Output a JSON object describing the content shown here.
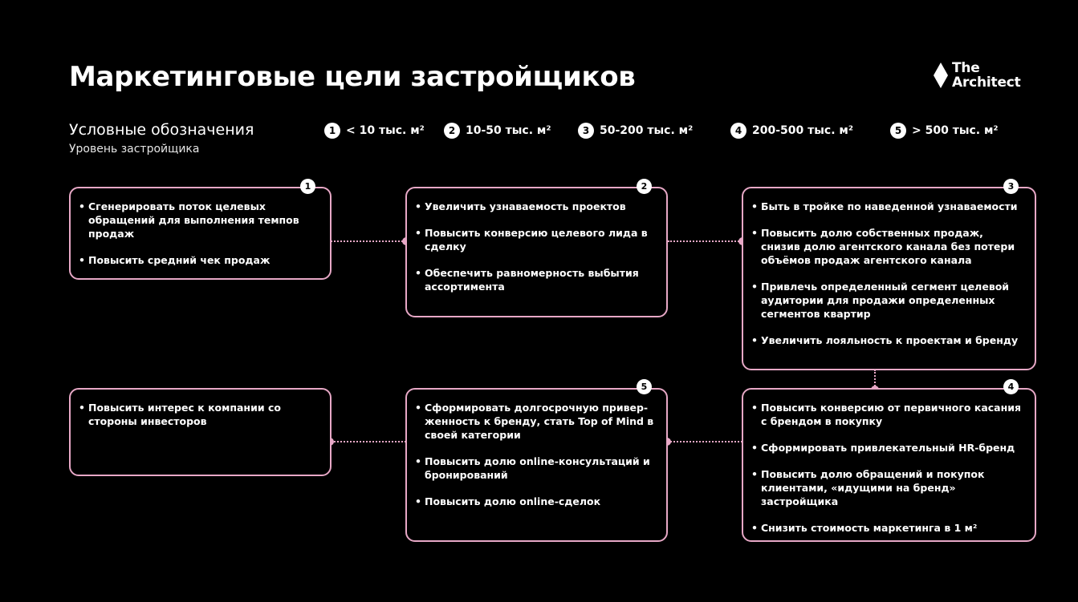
{
  "title": "Маркетинговые цели застройщиков",
  "logo": {
    "line1": "The",
    "line2": "Architect",
    "icon": "diamond-icon"
  },
  "legend": {
    "title": "Условные обозначения",
    "subtitle": "Уровень застройщика",
    "items": [
      {
        "num": "1",
        "label": "< 10 тыс. м²"
      },
      {
        "num": "2",
        "label": "10-50 тыс. м²"
      },
      {
        "num": "3",
        "label": "50-200 тыс. м²"
      },
      {
        "num": "4",
        "label": "200-500 тыс. м²"
      },
      {
        "num": "5",
        "label": "> 500 тыс. м²"
      }
    ]
  },
  "boxes": [
    {
      "badge": "1",
      "items": [
        "Сгенерировать поток целевых обращений для выполнения темпов продаж",
        "Повысить средний чек продаж"
      ]
    },
    {
      "badge": "2",
      "items": [
        "Увеличить узнаваемость проектов",
        "Повысить конверсию целевого лида в сделку",
        "Обеспечить равномерность выбытия ассортимента"
      ]
    },
    {
      "badge": "3",
      "items": [
        "Быть в тройке по наведенной узнаваемости",
        "Повысить долю собственных продаж, снизив долю агентского канала без потери объёмов продаж агентского канала",
        "Привлечь определенный сегмент целевой аудитории для продажи определенных сегментов квартир",
        "Увеличить лояльность к проектам и бренду"
      ]
    },
    {
      "badge": "",
      "items": [
        "Повысить интерес к компании со стороны инвесторов"
      ]
    },
    {
      "badge": "5",
      "items": [
        "Сформировать долгосрочную привер-женность к бренду, стать Top of Mind в своей категории",
        "Повысить долю online-консультаций и бронирований",
        "Повысить долю online-сделок"
      ]
    },
    {
      "badge": "4",
      "items": [
        "Повысить конверсию от первичного касания с брендом в покупку",
        "Сформировать привлекательный HR-бренд",
        "Повысить долю обращений и покупок клиентами, «идущими на бренд» застройщика",
        "Снизить стоимость маркетинга в 1 м²"
      ]
    }
  ],
  "colors": {
    "accent": "#e7a8c6",
    "background": "#000000",
    "text": "#ffffff"
  }
}
